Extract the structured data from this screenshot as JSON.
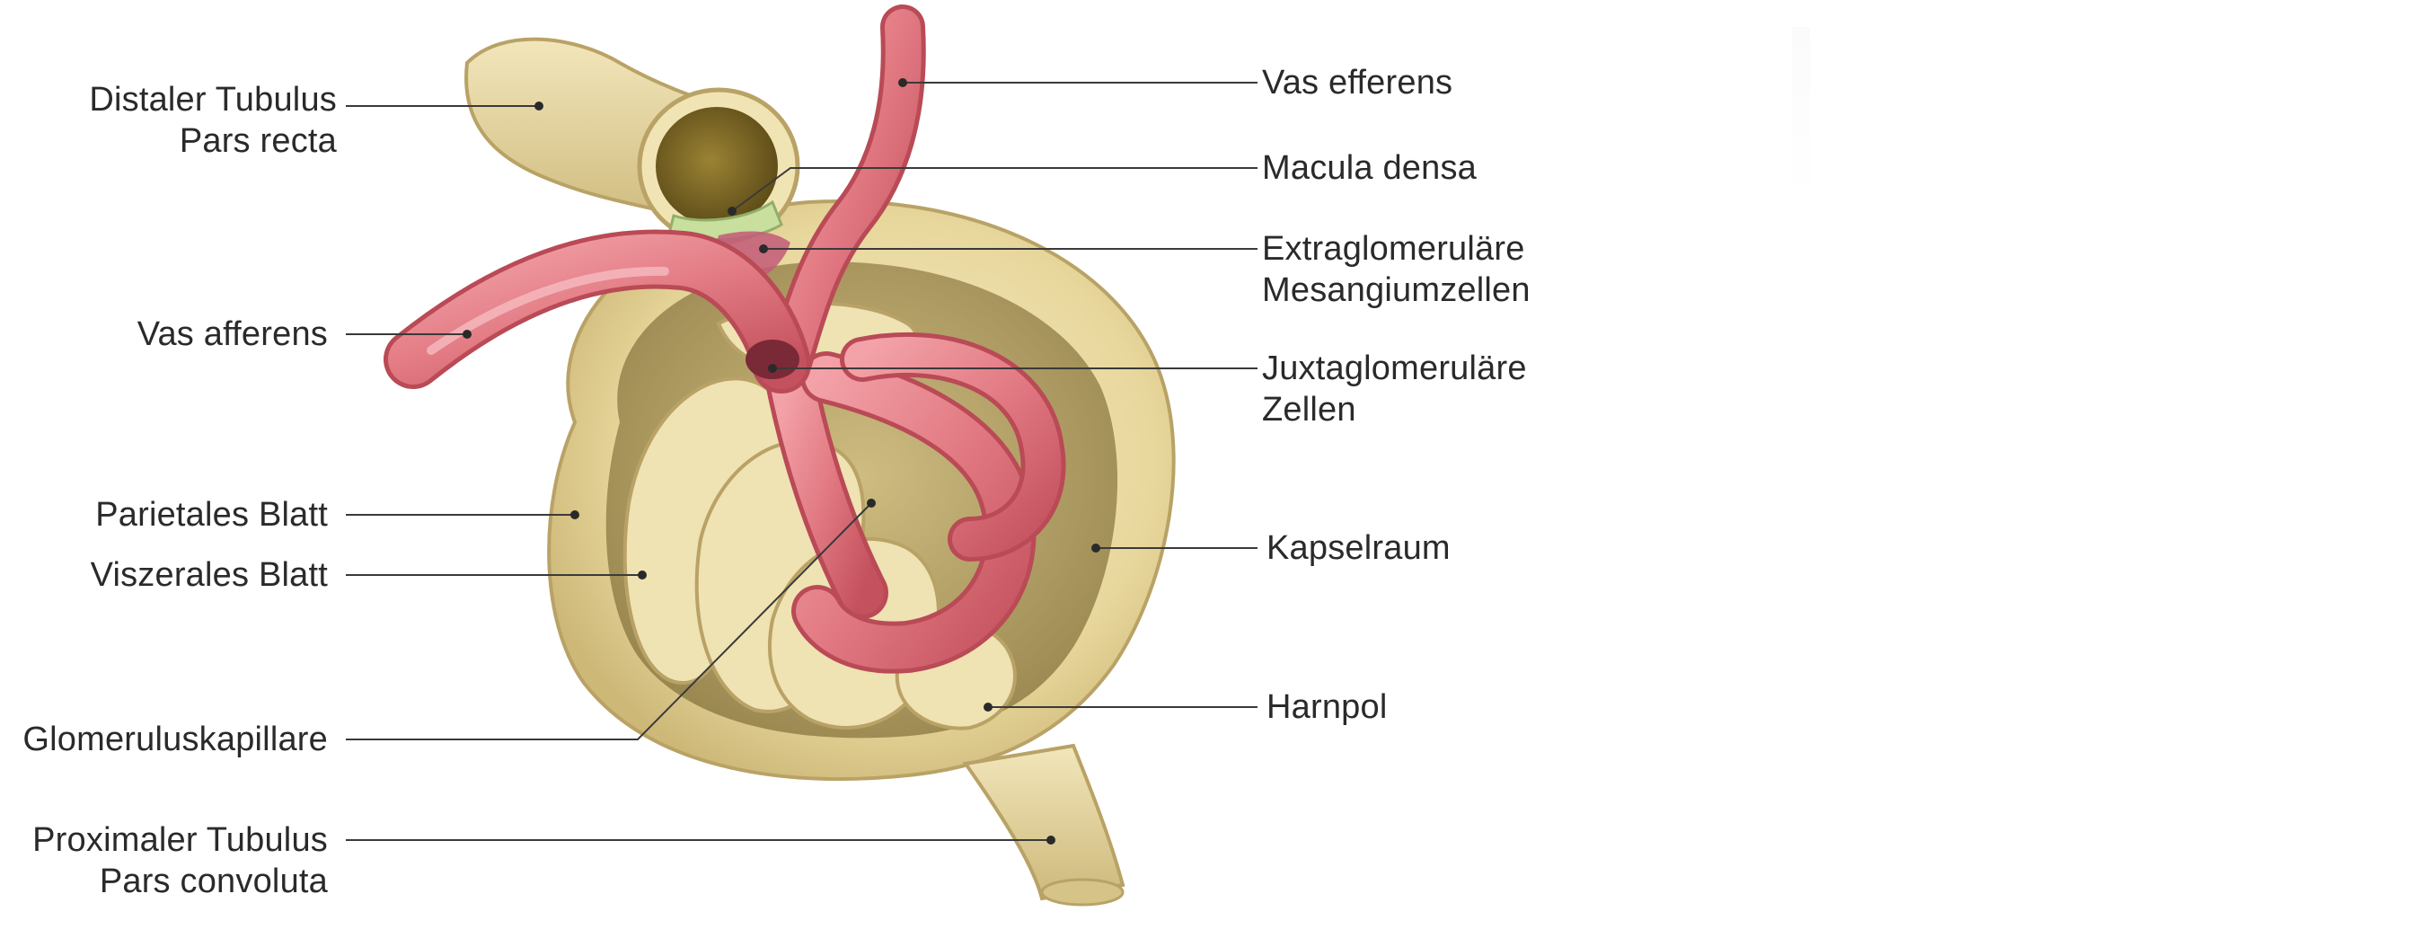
{
  "diagram": {
    "labels_left": {
      "distaler_tubulus": "Distaler Tubulus\nPars recta",
      "vas_afferens": "Vas afferens",
      "parietales_blatt": "Parietales Blatt",
      "viszerales_blatt": "Viszerales Blatt",
      "glomeruluskapillare": "Glomeruluskapillare",
      "proximaler_tubulus": "Proximaler Tubulus\nPars convoluta"
    },
    "labels_right": {
      "vas_efferens": "Vas efferens",
      "macula_densa": "Macula densa",
      "extraglomerulaere_mesangiumzellen": "Extraglomeruläre\nMesangiumzellen",
      "juxtaglomerulaere_zellen": "Juxtaglomeruläre\nZellen",
      "kapselraum": "Kapselraum",
      "harnpol": "Harnpol"
    },
    "colors": {
      "capsule": "#eedfa8",
      "capsule_shadow": "#c9b577",
      "capsule_dark": "#9c8a4f",
      "vessel": "#e07a82",
      "vessel_dark": "#b94a56",
      "macula": "#c8df9e",
      "mesangium": "#c25a78",
      "leader": "#3a3a3a"
    }
  }
}
